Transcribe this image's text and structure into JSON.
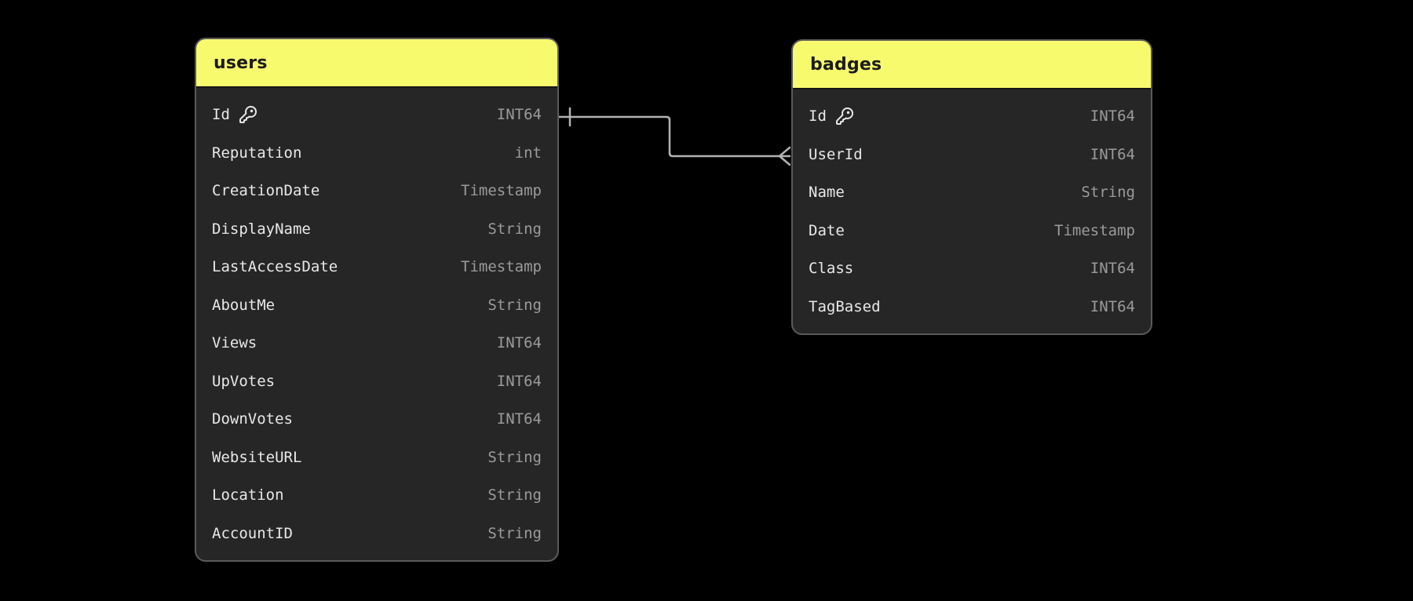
{
  "tables": [
    {
      "name": "users",
      "fields": [
        {
          "name": "Id",
          "type": "INT64",
          "primary_key": true
        },
        {
          "name": "Reputation",
          "type": "int",
          "primary_key": false
        },
        {
          "name": "CreationDate",
          "type": "Timestamp",
          "primary_key": false
        },
        {
          "name": "DisplayName",
          "type": "String",
          "primary_key": false
        },
        {
          "name": "LastAccessDate",
          "type": "Timestamp",
          "primary_key": false
        },
        {
          "name": "AboutMe",
          "type": "String",
          "primary_key": false
        },
        {
          "name": "Views",
          "type": "INT64",
          "primary_key": false
        },
        {
          "name": "UpVotes",
          "type": "INT64",
          "primary_key": false
        },
        {
          "name": "DownVotes",
          "type": "INT64",
          "primary_key": false
        },
        {
          "name": "WebsiteURL",
          "type": "String",
          "primary_key": false
        },
        {
          "name": "Location",
          "type": "String",
          "primary_key": false
        },
        {
          "name": "AccountID",
          "type": "String",
          "primary_key": false
        }
      ]
    },
    {
      "name": "badges",
      "fields": [
        {
          "name": "Id",
          "type": "INT64",
          "primary_key": true
        },
        {
          "name": "UserId",
          "type": "INT64",
          "primary_key": false
        },
        {
          "name": "Name",
          "type": "String",
          "primary_key": false
        },
        {
          "name": "Date",
          "type": "Timestamp",
          "primary_key": false
        },
        {
          "name": "Class",
          "type": "INT64",
          "primary_key": false
        },
        {
          "name": "TagBased",
          "type": "INT64",
          "primary_key": false
        }
      ]
    }
  ],
  "relationships": [
    {
      "from_table": "users",
      "from_field": "Id",
      "from_cardinality": "one",
      "to_table": "badges",
      "to_field": "UserId",
      "to_cardinality": "many"
    }
  ],
  "icons": {
    "primary_key": "key-round"
  },
  "colors": {
    "canvas_background": "#000000",
    "table_header": "#f8fa6e",
    "table_header_text": "#1c1c1c",
    "table_body": "#262626",
    "table_border": "#5a5a5a",
    "field_name_text": "#e8e8e8",
    "field_type_text": "#9b9b9b",
    "relationship_line": "#b3b3b3"
  }
}
